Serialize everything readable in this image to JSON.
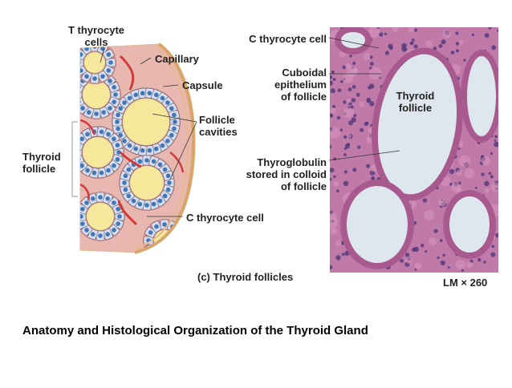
{
  "figure": {
    "caption": "Anatomy and Histological Organization of the Thyroid Gland",
    "panel_label": "(c) Thyroid follicles",
    "magnification": "LM × 260",
    "diagram_labels": {
      "t_thyrocyte_cells": "T thyrocyte\ncells",
      "capillary": "Capillary",
      "capsule": "Capsule",
      "follicle_cavities": "Follicle\ncavities",
      "thyroid_follicle": "Thyroid\nfollicle",
      "c_thyrocyte_cell": "C thyrocyte cell"
    },
    "micrograph_labels": {
      "c_thyrocyte_cell": "C thyrocyte cell",
      "cuboidal_epithelium": "Cuboidal\nepithelium\nof follicle",
      "thyroid_follicle": "Thyroid\nfollicle",
      "thyroglobulin": "Thyroglobulin\nstored in colloid\nof follicle"
    },
    "colors": {
      "gland_yellow": "#f6e89b",
      "thyrocyte_fill": "#d9dcf0",
      "nucleus_blue": "#3f78b8",
      "capillary_red": "#d23a3a",
      "tissue_pink": "#c9788f",
      "colloid": "#dfe7ee",
      "micrograph_bg": "#c07aa8"
    }
  }
}
